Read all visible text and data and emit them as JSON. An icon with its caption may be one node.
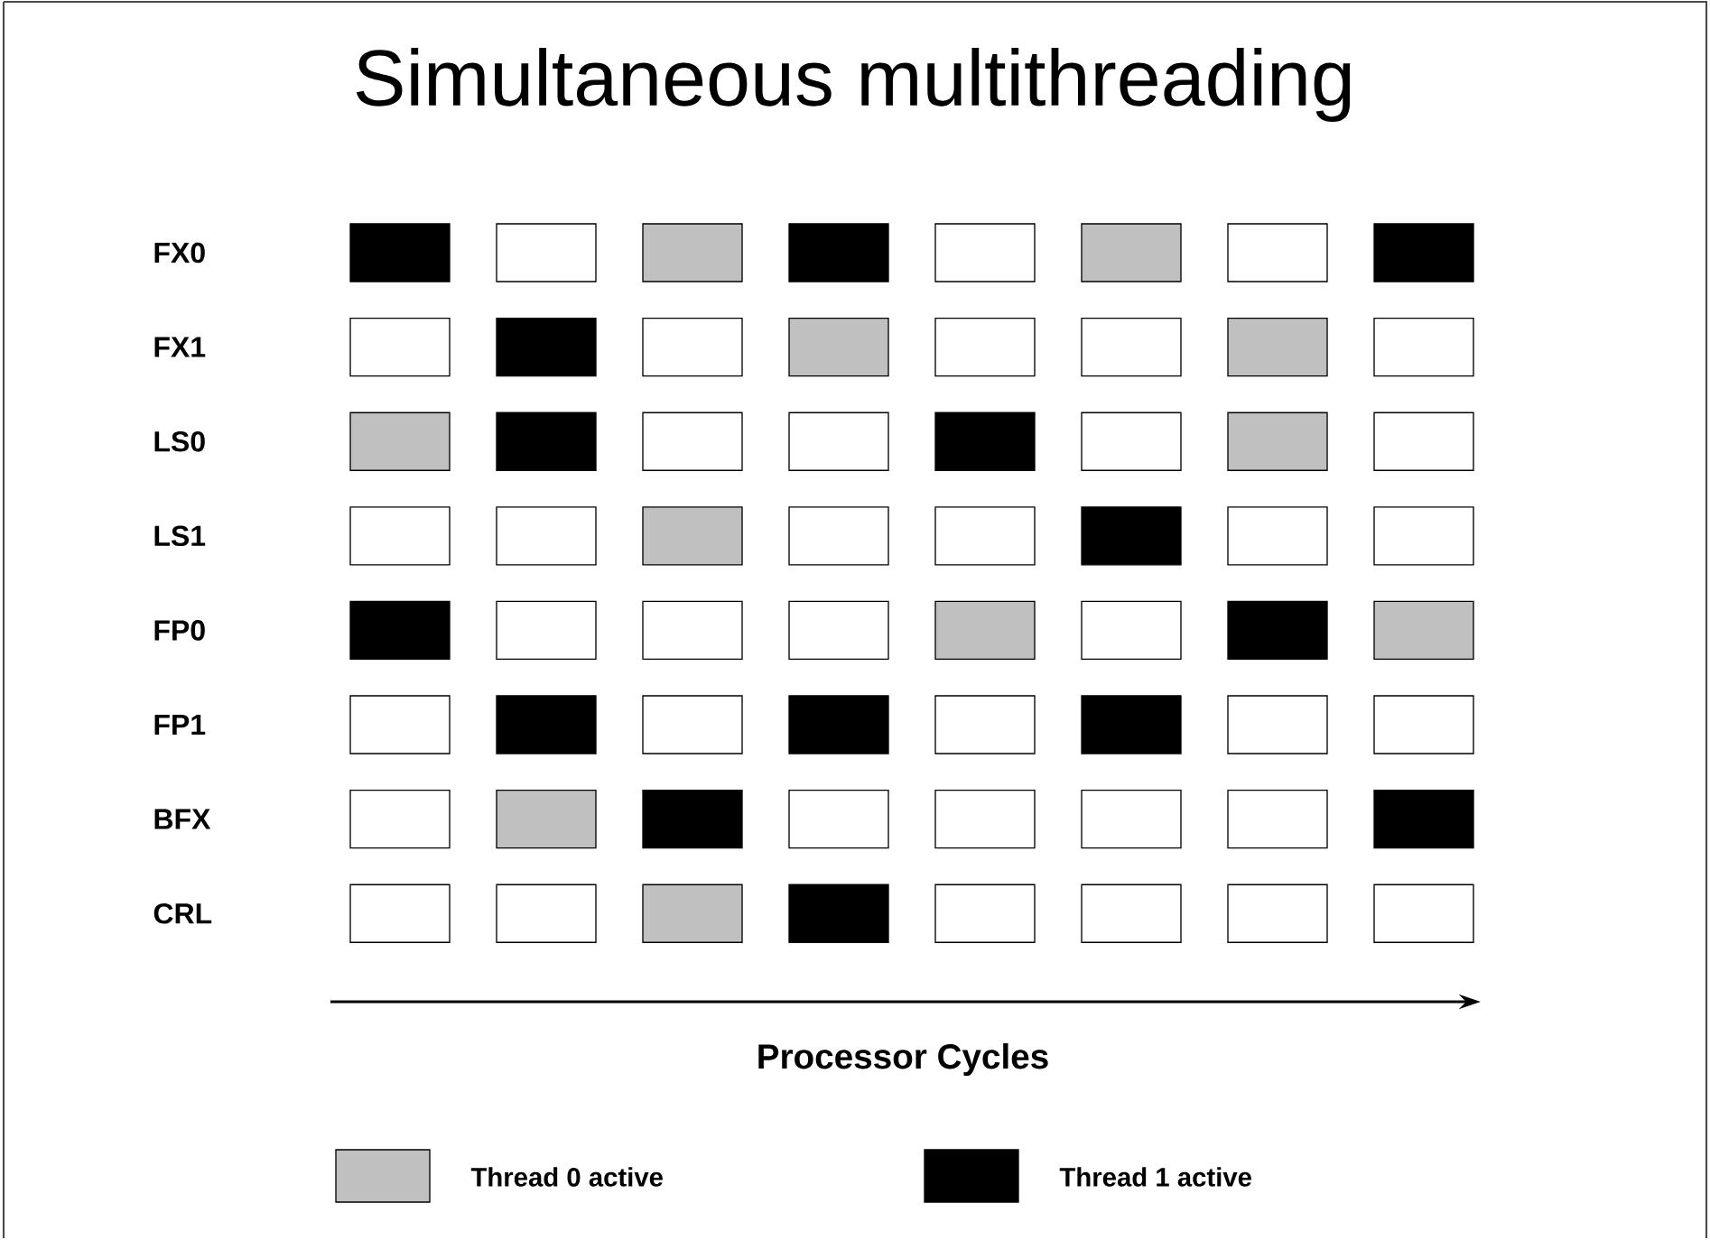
{
  "diagram": {
    "title": "Simultaneous multithreading",
    "labels": [
      "FX0",
      "FX1",
      "LS0",
      "LS1",
      "FP0",
      "FP1",
      "BFX",
      "CRL",
      "Processor Cycles"
    ],
    "legend": [
      {
        "text": "Thread 0 active",
        "color": "#c0c0c0"
      },
      {
        "text": "Thread 1 active",
        "color": "#000000"
      }
    ]
  }
}
